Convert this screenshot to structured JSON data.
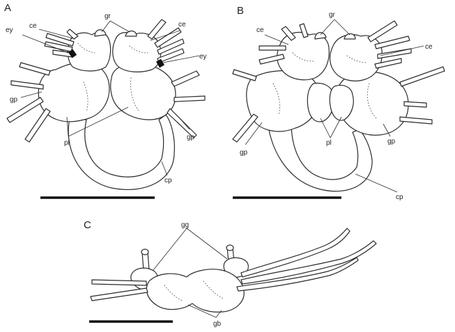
{
  "panels": {
    "a": {
      "letter": "A"
    },
    "b": {
      "letter": "B"
    },
    "c": {
      "letter": "C"
    }
  },
  "labels": {
    "gr": "gr",
    "ce": "ce",
    "ey": "ey",
    "gp": "gp",
    "pl": "pl",
    "cp": "cp",
    "gg": "gg",
    "gb": "gb"
  }
}
